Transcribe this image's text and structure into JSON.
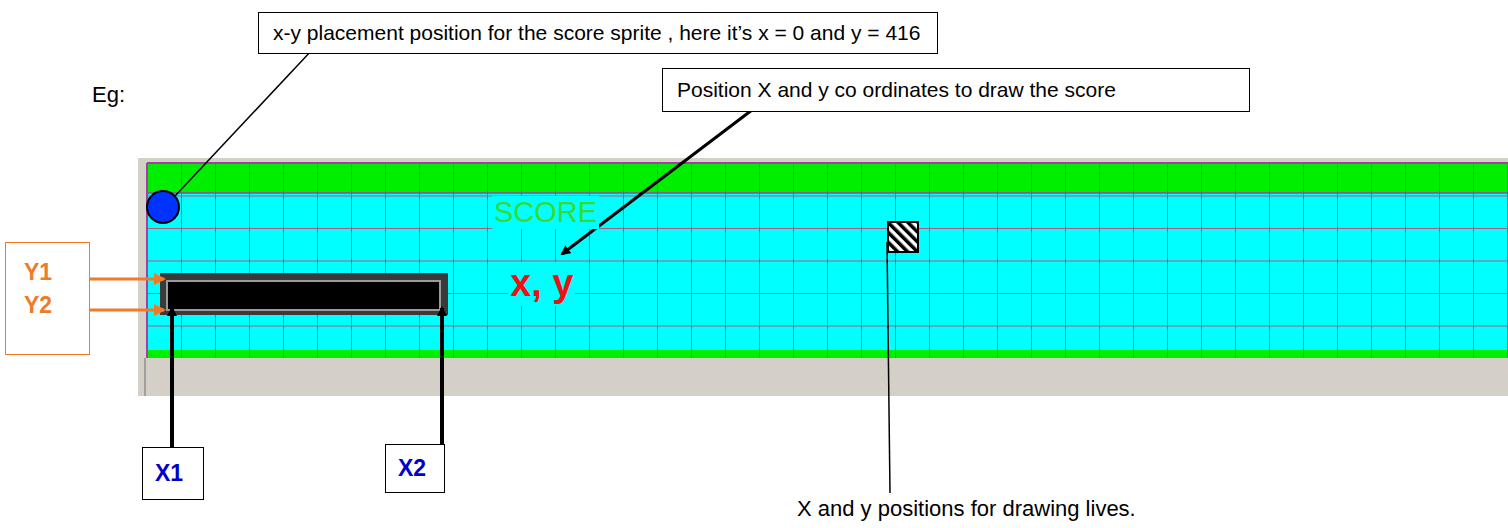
{
  "diagram": {
    "nodes": [
      {
        "text": [
          "x-y placement position for the score sprite , here it’s x = 0 and y = 416"
        ]
      },
      {
        "text": [
          "Position X and y co ordinates to draw the score"
        ]
      },
      {
        "text": [
          "Y1",
          "Y2"
        ]
      },
      {
        "text": [
          "X1"
        ]
      },
      {
        "text": [
          "X2"
        ]
      }
    ],
    "labels": [
      "Eg:",
      "SCORE",
      "x, y",
      "X and y positions for drawing lives."
    ]
  }
}
